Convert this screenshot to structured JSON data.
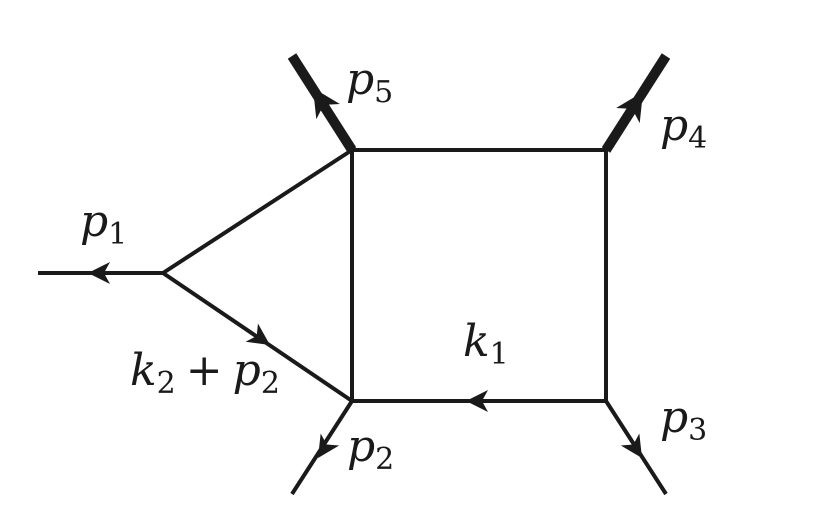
{
  "labels": {
    "p1": {
      "main": "p",
      "sub": "1"
    },
    "p2": {
      "main": "p",
      "sub": "2"
    },
    "p3": {
      "main": "p",
      "sub": "3"
    },
    "p4": {
      "main": "p",
      "sub": "4"
    },
    "p5": {
      "main": "p",
      "sub": "5"
    },
    "k1": {
      "main": "k",
      "sub": "1"
    },
    "k2p2": {
      "k": "k",
      "k_sub": "2",
      "plus": "+",
      "p": "p",
      "p_sub": "2"
    }
  }
}
